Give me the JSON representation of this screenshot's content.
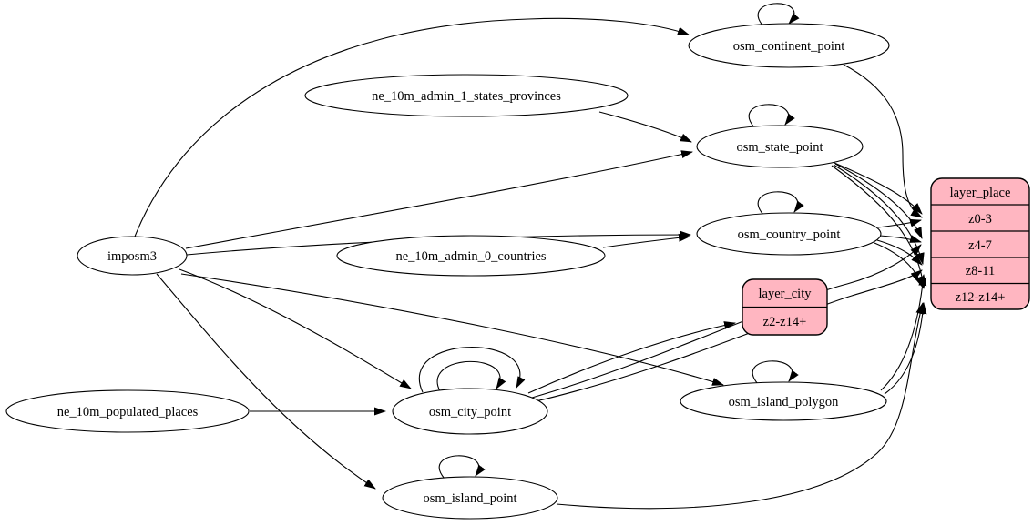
{
  "diagram": {
    "nodes": {
      "imposm3": "imposm3",
      "ne_10m_admin_1_states_provinces": "ne_10m_admin_1_states_provinces",
      "ne_10m_admin_0_countries": "ne_10m_admin_0_countries",
      "ne_10m_populated_places": "ne_10m_populated_places",
      "osm_continent_point": "osm_continent_point",
      "osm_state_point": "osm_state_point",
      "osm_country_point": "osm_country_point",
      "osm_city_point": "osm_city_point",
      "osm_island_polygon": "osm_island_polygon",
      "osm_island_point": "osm_island_point"
    },
    "records": {
      "layer_city": {
        "title": "layer_city",
        "rows": [
          "z2-z14+"
        ]
      },
      "layer_place": {
        "title": "layer_place",
        "rows": [
          "z0-3",
          "z4-7",
          "z8-11",
          "z12-z14+"
        ]
      }
    },
    "colors": {
      "record_fill": "#ffb6c1",
      "node_fill": "#ffffff",
      "edge": "#000000"
    }
  }
}
